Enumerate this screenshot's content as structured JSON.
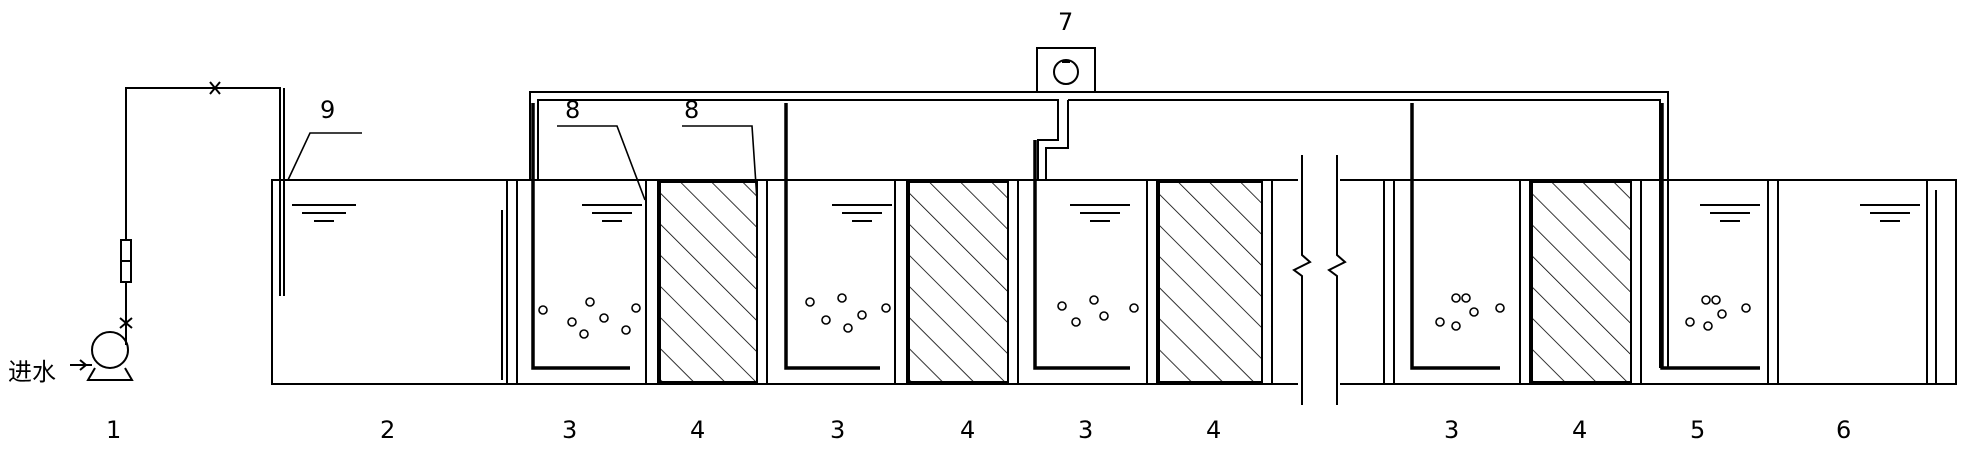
{
  "inlet_label": "进水",
  "labels": {
    "pump": "1",
    "regulating_tank": "2",
    "blower": "7",
    "pipe_label_a": "8",
    "pipe_label_b": "8",
    "inlet_pipe": "9",
    "bottom": [
      "2",
      "3",
      "4",
      "3",
      "4",
      "3",
      "4",
      "3",
      "4",
      "5",
      "6"
    ]
  }
}
